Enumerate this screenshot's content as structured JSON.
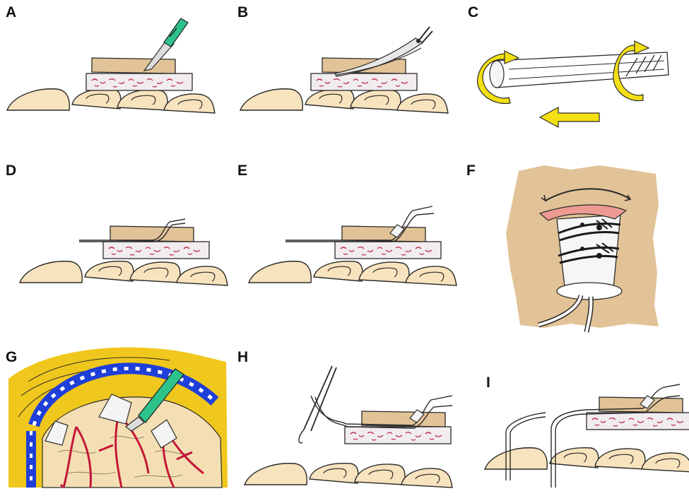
{
  "panels": [
    {
      "id": "A",
      "label": "A"
    },
    {
      "id": "B",
      "label": "B"
    },
    {
      "id": "C",
      "label": "C"
    },
    {
      "id": "D",
      "label": "D"
    },
    {
      "id": "E",
      "label": "E"
    },
    {
      "id": "F",
      "label": "F"
    },
    {
      "id": "G",
      "label": "G"
    },
    {
      "id": "H",
      "label": "H"
    },
    {
      "id": "I",
      "label": "I"
    }
  ],
  "colors": {
    "bone": "#f7e3bd",
    "bone_outline": "#2a2a2a",
    "tissue": "#e2c397",
    "dura_fill": "#f1ecef",
    "dura_specks": "#c0304a",
    "scalpel": "#2ec28b",
    "arrow": "#f4e012",
    "brain": "#f3dfb3",
    "vessels": "#c4163a",
    "clip_blue": "#1f3fd9",
    "field_yellow": "#f0c71c",
    "flap_pink": "#ec9a92",
    "line": "#222222"
  }
}
